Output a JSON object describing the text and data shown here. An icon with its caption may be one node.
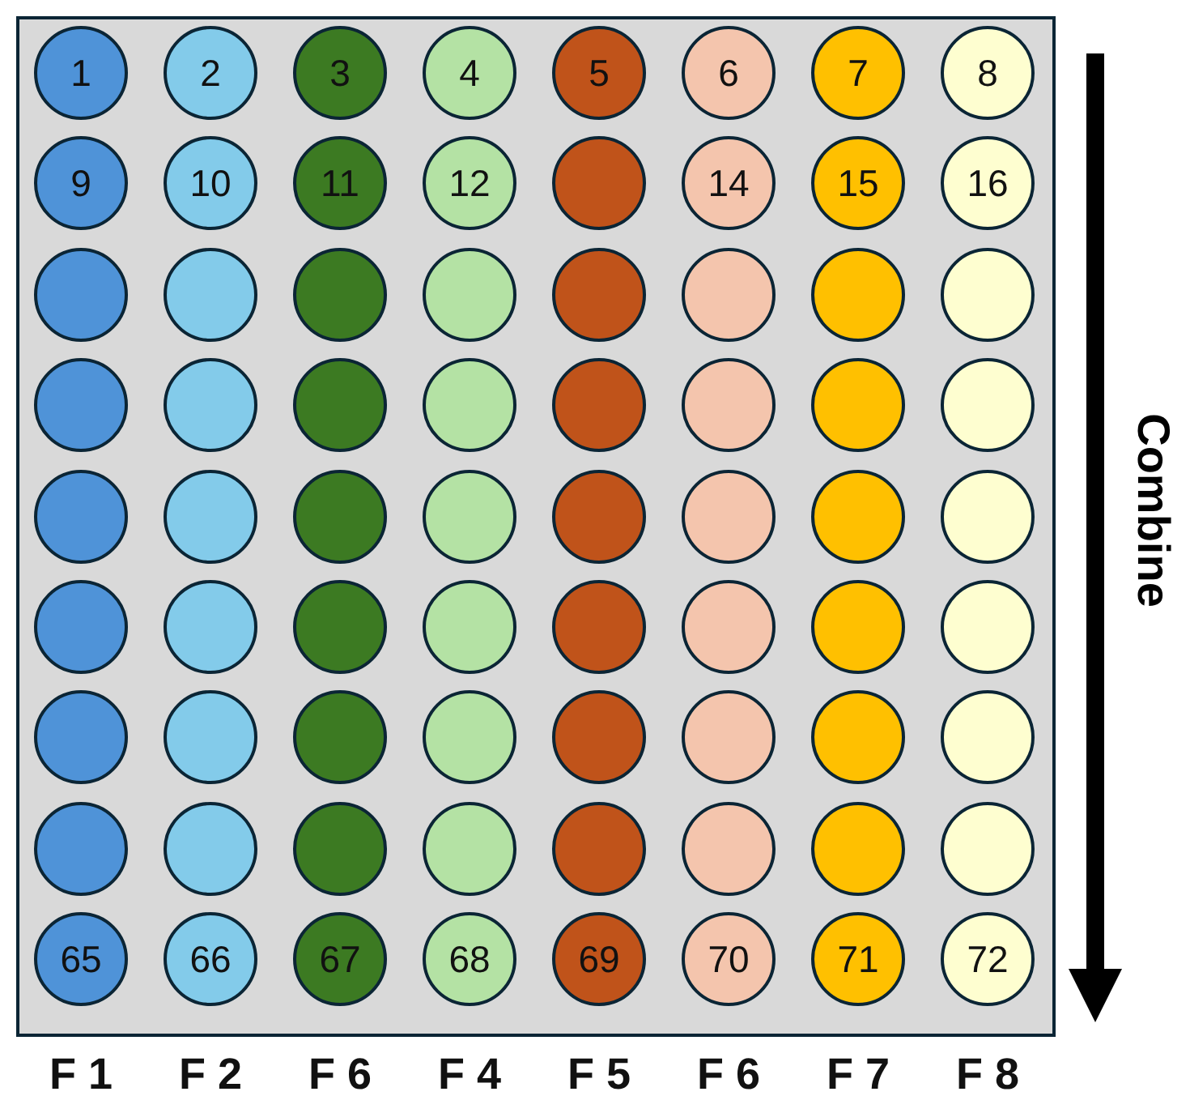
{
  "diagram": {
    "nodes": [
      {
        "text": [],
        "shape": "box"
      },
      {
        "text": [
          "1"
        ],
        "in": 0
      },
      {
        "text": [
          "2"
        ],
        "in": 0
      },
      {
        "text": [
          "3"
        ],
        "in": 0
      },
      {
        "text": [
          "4"
        ],
        "in": 0
      },
      {
        "text": [
          "5"
        ],
        "in": 0
      },
      {
        "text": [
          "6"
        ],
        "in": 0
      },
      {
        "text": [
          "7"
        ],
        "in": 0
      },
      {
        "text": [
          "8"
        ],
        "in": 0
      },
      {
        "text": [
          "9"
        ],
        "in": 0
      },
      {
        "text": [
          "10"
        ],
        "in": 0
      },
      {
        "text": [
          "11"
        ],
        "in": 0
      },
      {
        "text": [
          "12"
        ],
        "in": 0
      },
      {
        "text": [],
        "shape": "circle",
        "in": 0
      },
      {
        "text": [
          "14"
        ],
        "in": 0
      },
      {
        "text": [
          "15"
        ],
        "in": 0
      },
      {
        "text": [
          "16"
        ],
        "in": 0
      },
      {
        "text": [],
        "shape": "circle",
        "in": 0
      },
      {
        "text": [],
        "shape": "circle",
        "in": 0
      },
      {
        "text": [],
        "shape": "circle",
        "in": 0
      },
      {
        "text": [],
        "shape": "circle",
        "in": 0
      },
      {
        "text": [],
        "shape": "circle",
        "in": 0
      },
      {
        "text": [],
        "shape": "circle",
        "in": 0
      },
      {
        "text": [],
        "shape": "circle",
        "in": 0
      },
      {
        "text": [],
        "shape": "circle",
        "in": 0
      },
      {
        "text": [],
        "shape": "circle",
        "in": 0
      },
      {
        "text": [],
        "shape": "circle",
        "in": 0
      },
      {
        "text": [],
        "shape": "circle",
        "in": 0
      },
      {
        "text": [],
        "shape": "circle",
        "in": 0
      },
      {
        "text": [],
        "shape": "circle",
        "in": 0
      },
      {
        "text": [],
        "shape": "circle",
        "in": 0
      },
      {
        "text": [],
        "shape": "circle",
        "in": 0
      },
      {
        "text": [],
        "shape": "circle",
        "in": 0
      },
      {
        "text": [],
        "shape": "circle",
        "in": 0
      },
      {
        "text": [],
        "shape": "circle",
        "in": 0
      },
      {
        "text": [],
        "shape": "circle",
        "in": 0
      },
      {
        "text": [],
        "shape": "circle",
        "in": 0
      },
      {
        "text": [],
        "shape": "circle",
        "in": 0
      },
      {
        "text": [],
        "shape": "circle",
        "in": 0
      },
      {
        "text": [],
        "shape": "circle",
        "in": 0
      },
      {
        "text": [],
        "shape": "circle",
        "in": 0
      },
      {
        "text": [],
        "shape": "circle",
        "in": 0
      },
      {
        "text": [],
        "shape": "circle",
        "in": 0
      },
      {
        "text": [],
        "shape": "circle",
        "in": 0
      },
      {
        "text": [],
        "shape": "circle",
        "in": 0
      },
      {
        "text": [],
        "shape": "circle",
        "in": 0
      },
      {
        "text": [],
        "shape": "circle",
        "in": 0
      },
      {
        "text": [],
        "shape": "circle",
        "in": 0
      },
      {
        "text": [],
        "shape": "circle",
        "in": 0
      },
      {
        "text": [],
        "shape": "circle",
        "in": 0
      },
      {
        "text": [],
        "shape": "circle",
        "in": 0
      },
      {
        "text": [],
        "shape": "circle",
        "in": 0
      },
      {
        "text": [],
        "shape": "circle",
        "in": 0
      },
      {
        "text": [],
        "shape": "circle",
        "in": 0
      },
      {
        "text": [],
        "shape": "circle",
        "in": 0
      },
      {
        "text": [],
        "shape": "circle",
        "in": 0
      },
      {
        "text": [],
        "shape": "circle",
        "in": 0
      },
      {
        "text": [],
        "shape": "circle",
        "in": 0
      },
      {
        "text": [],
        "shape": "circle",
        "in": 0
      },
      {
        "text": [],
        "shape": "circle",
        "in": 0
      },
      {
        "text": [],
        "shape": "circle",
        "in": 0
      },
      {
        "text": [],
        "shape": "circle",
        "in": 0
      },
      {
        "text": [],
        "shape": "circle",
        "in": 0
      },
      {
        "text": [],
        "shape": "circle",
        "in": 0
      },
      {
        "text": [],
        "shape": "circle",
        "in": 0
      },
      {
        "text": [
          "65"
        ],
        "in": 0
      },
      {
        "text": [
          "66"
        ],
        "in": 0
      },
      {
        "text": [
          "67"
        ],
        "in": 0
      },
      {
        "text": [
          "68"
        ],
        "in": 0
      },
      {
        "text": [
          "69"
        ],
        "in": 0
      },
      {
        "text": [
          "70"
        ],
        "in": 0
      },
      {
        "text": [
          "71"
        ],
        "in": 0
      },
      {
        "text": [
          "72"
        ],
        "in": 0
      }
    ],
    "labels": [
      "F 1",
      "F 2",
      "F 6",
      "F 4",
      "F 5",
      "F 6",
      "F 7",
      "F 8",
      "Combine"
    ]
  }
}
